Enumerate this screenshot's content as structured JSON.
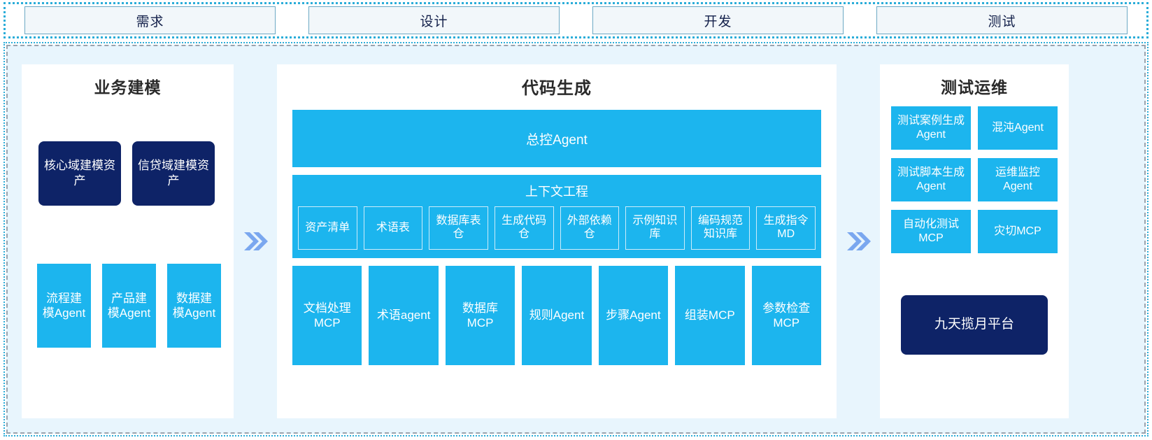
{
  "colors": {
    "accent_blue": "#1cb5ee",
    "navy": "#0e2367",
    "panel_bg": "#ffffff",
    "region_bg": "#e8f5fd",
    "dashed_outer": "#2badd9",
    "dashed_inner": "#9aa3ad",
    "chevron": "#7aa7ef"
  },
  "phases": [
    {
      "label": "需求"
    },
    {
      "label": "设计"
    },
    {
      "label": "开发"
    },
    {
      "label": "测试"
    }
  ],
  "separators": {
    "left_to_center": "double-chevron-right-icon",
    "center_to_right": "double-chevron-right-icon"
  },
  "left_panel": {
    "title": "业务建模",
    "assets": [
      {
        "label": "核心域建模资产"
      },
      {
        "label": "信贷域建模资产"
      }
    ],
    "agents": [
      {
        "label": "流程建模Agent"
      },
      {
        "label": "产品建模Agent"
      },
      {
        "label": "数据建模Agent"
      }
    ]
  },
  "center_panel": {
    "title": "代码生成",
    "banner": "总控Agent",
    "context": {
      "title": "上下文工程",
      "items": [
        {
          "label": "资产清单"
        },
        {
          "label": "术语表"
        },
        {
          "label": "数据库表仓"
        },
        {
          "label": "生成代码仓"
        },
        {
          "label": "外部依赖仓"
        },
        {
          "label": "示例知识库"
        },
        {
          "label": "编码规范知识库"
        },
        {
          "label": "生成指令MD"
        }
      ]
    },
    "tools": [
      {
        "label": "文档处理MCP"
      },
      {
        "label": "术语agent"
      },
      {
        "label": "数据库MCP"
      },
      {
        "label": "规则Agent"
      },
      {
        "label": "步骤Agent"
      },
      {
        "label": "组装MCP"
      },
      {
        "label": "参数检查MCP"
      }
    ]
  },
  "right_panel": {
    "title": "测试运维",
    "items": [
      {
        "label": "测试案例生成Agent"
      },
      {
        "label": "混沌Agent"
      },
      {
        "label": "测试脚本生成Agent"
      },
      {
        "label": "运维监控Agent"
      },
      {
        "label": "自动化测试MCP"
      },
      {
        "label": "灾切MCP"
      }
    ],
    "platform": {
      "label": "九天揽月平台"
    }
  }
}
